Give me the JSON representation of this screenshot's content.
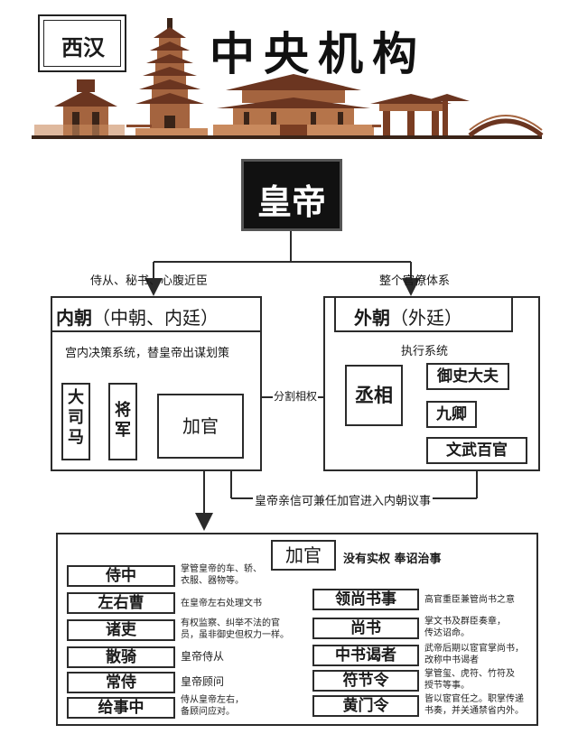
{
  "banner": {
    "subtitle": "西汉",
    "title": "中央机构"
  },
  "emperor": "皇帝",
  "edges": {
    "to_inner": "侍从、秘书、心腹近臣",
    "to_outer": "整个官僚体系",
    "split": "分割相权",
    "return": "皇帝亲信可兼任加官进入内朝议事"
  },
  "inner": {
    "title": "内朝",
    "title_paren": "（中朝、内廷）",
    "desc": "宫内决策系统，替皇帝出谋划策",
    "box1": "大\n司\n马",
    "box2": "将\n军",
    "box3": "加官"
  },
  "outer": {
    "title": "外朝",
    "title_paren": "（外廷）",
    "desc": "执行系统",
    "chancellor": "丞相",
    "censor": "御史大夫",
    "ministers": "九卿",
    "officials": "文武百官"
  },
  "detail": {
    "title": "加官",
    "subtitle": "没有实权 奉诏治事",
    "left": [
      {
        "label": "侍中",
        "desc": "掌管皇帝的车、轿、\n衣服、器物等。"
      },
      {
        "label": "左右曹",
        "desc": "在皇帝左右处理文书"
      },
      {
        "label": "诸吏",
        "desc": "有权监察、纠举不法的官\n员，虽非御史但权力一样。"
      },
      {
        "label": "散骑",
        "desc": "皇帝侍从"
      },
      {
        "label": "常侍",
        "desc": "皇帝顾问"
      },
      {
        "label": "给事中",
        "desc": "侍从皇帝左右，\n备顾问应对。"
      }
    ],
    "right": [
      {
        "label": "领尚书事",
        "desc": "高官重臣兼管尚书之意"
      },
      {
        "label": "尚书",
        "desc": "掌文书及群臣奏章，\n传达诏命。"
      },
      {
        "label": "中书谒者",
        "desc": "武帝后期以宦官掌尚书，\n改称中书谒者"
      },
      {
        "label": "符节令",
        "desc": "掌管玺、虎符、竹符及\n授节等事。"
      },
      {
        "label": "黄门令",
        "desc": "皆以宦官任之。职掌传递\n书奏，并关通禁省内外。"
      }
    ]
  },
  "colors": {
    "ink": "#2b2b2b",
    "emperor_bg": "#111111",
    "building": "#8a4a2c",
    "roof": "#6b3520"
  }
}
